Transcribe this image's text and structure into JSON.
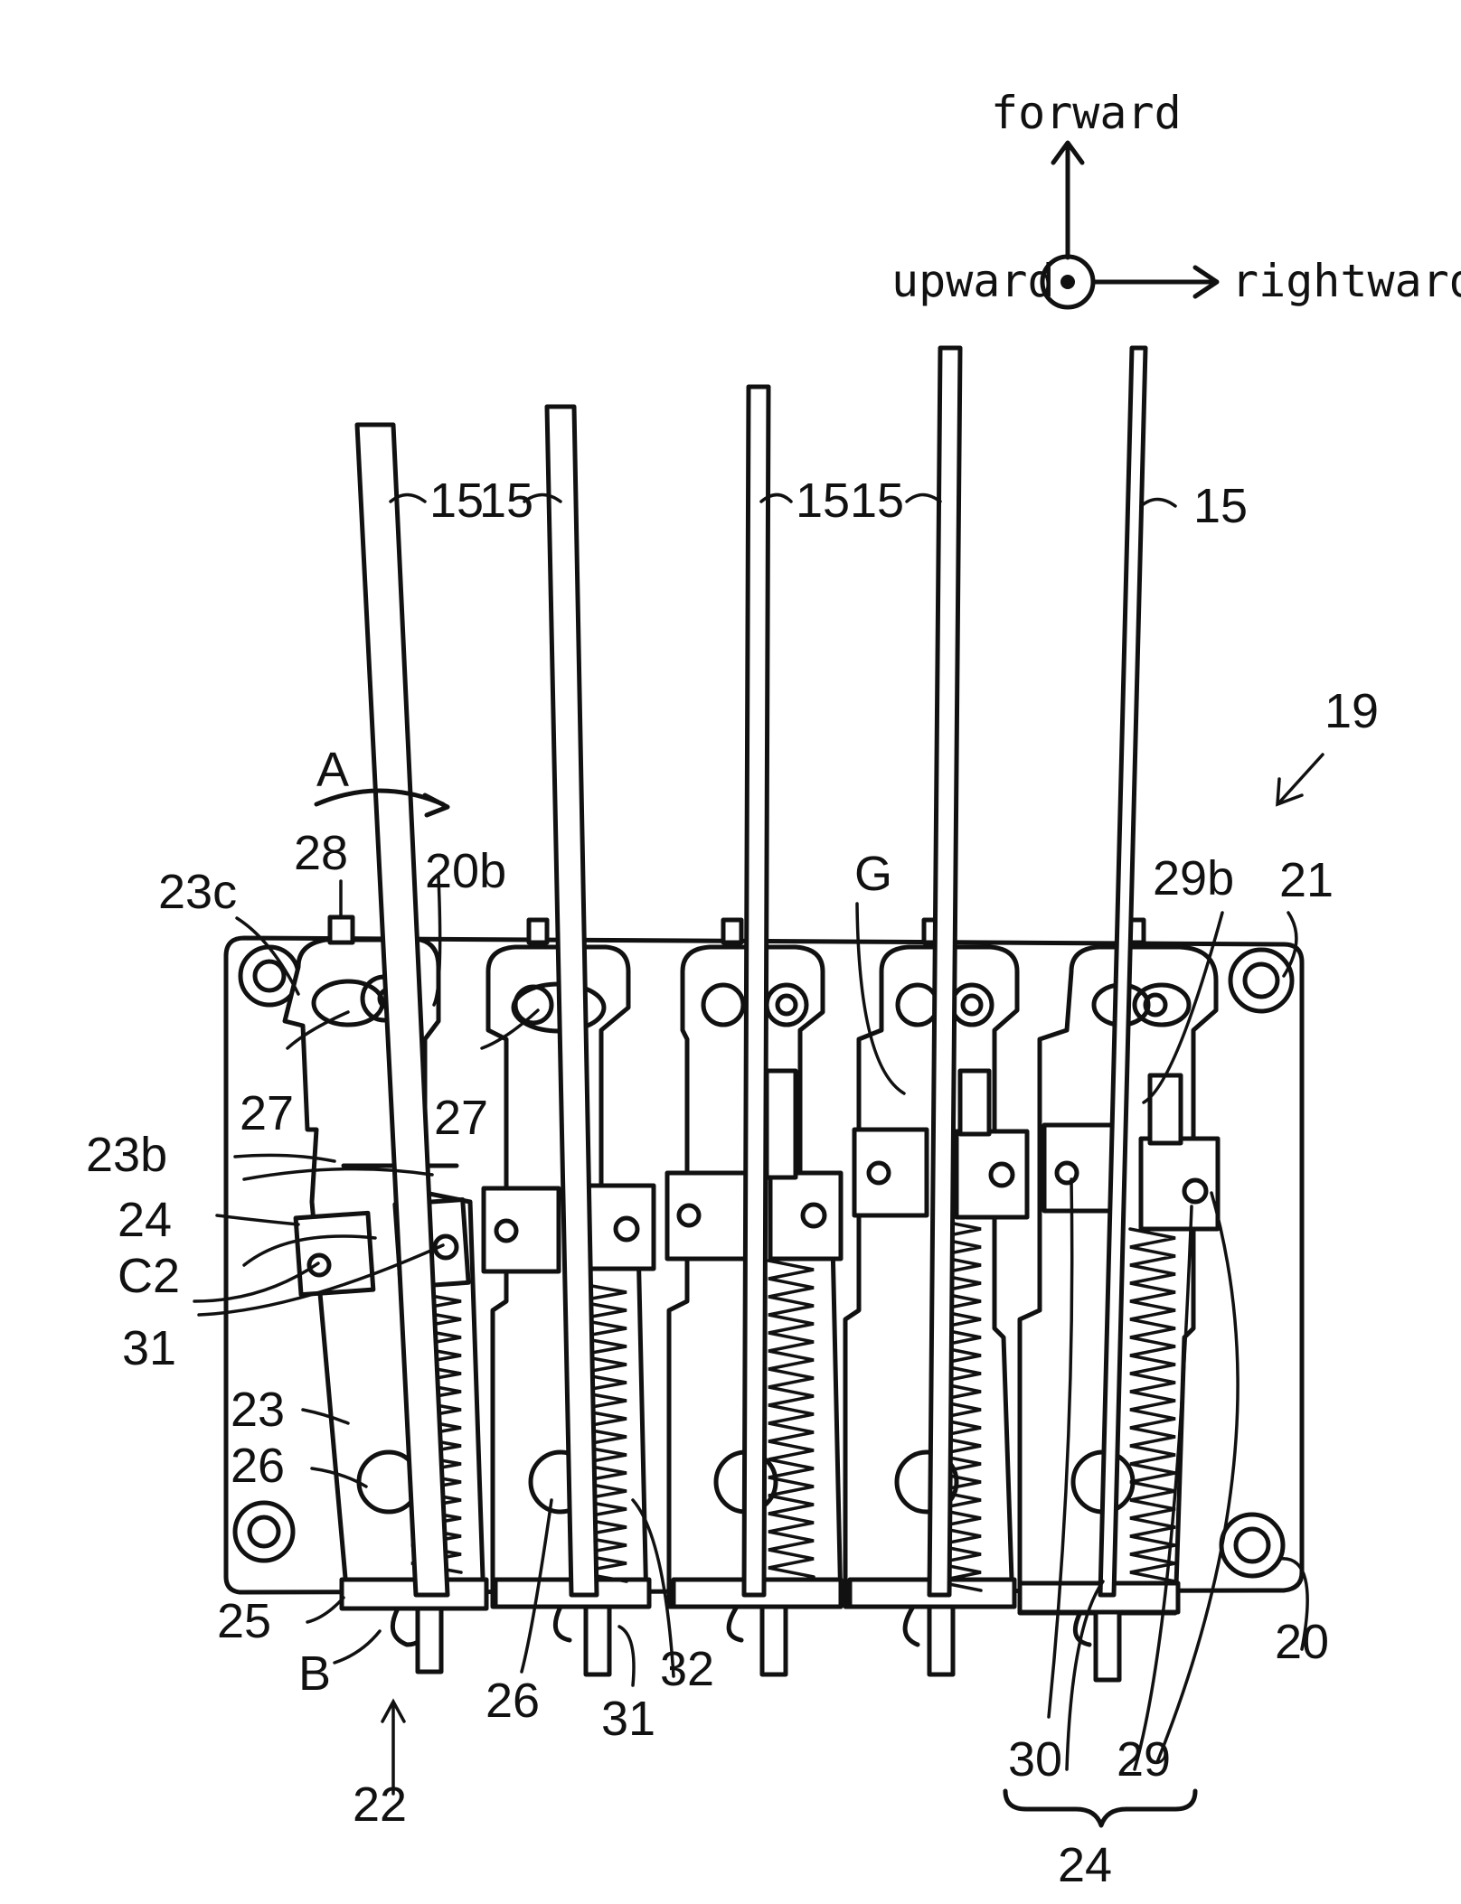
{
  "orientation": {
    "forward": "forward",
    "upward": "upward",
    "rightward": "rightward"
  },
  "labels": {
    "bridge_assembly": "19",
    "base_plate": "20",
    "base_slot": "20b",
    "mount_hole": "21",
    "saddle_unit": "22",
    "saddle": "23",
    "saddle_upper": "23b",
    "saddle_slot": "23c",
    "block_pair": "24",
    "block_pair_bottom": "24",
    "end_plate": "25",
    "screw_head": "26",
    "screw_head_2": "26",
    "pivot": "27",
    "pivot_2": "27",
    "tab": "28",
    "block_right": "29",
    "block_right_slot": "29b",
    "block_left": "30",
    "bolt": "31",
    "bolt_2": "31",
    "spring": "32",
    "string": "15",
    "arrow_a": "A",
    "point_b": "B",
    "point_c2": "C2",
    "gap_g": "G"
  }
}
